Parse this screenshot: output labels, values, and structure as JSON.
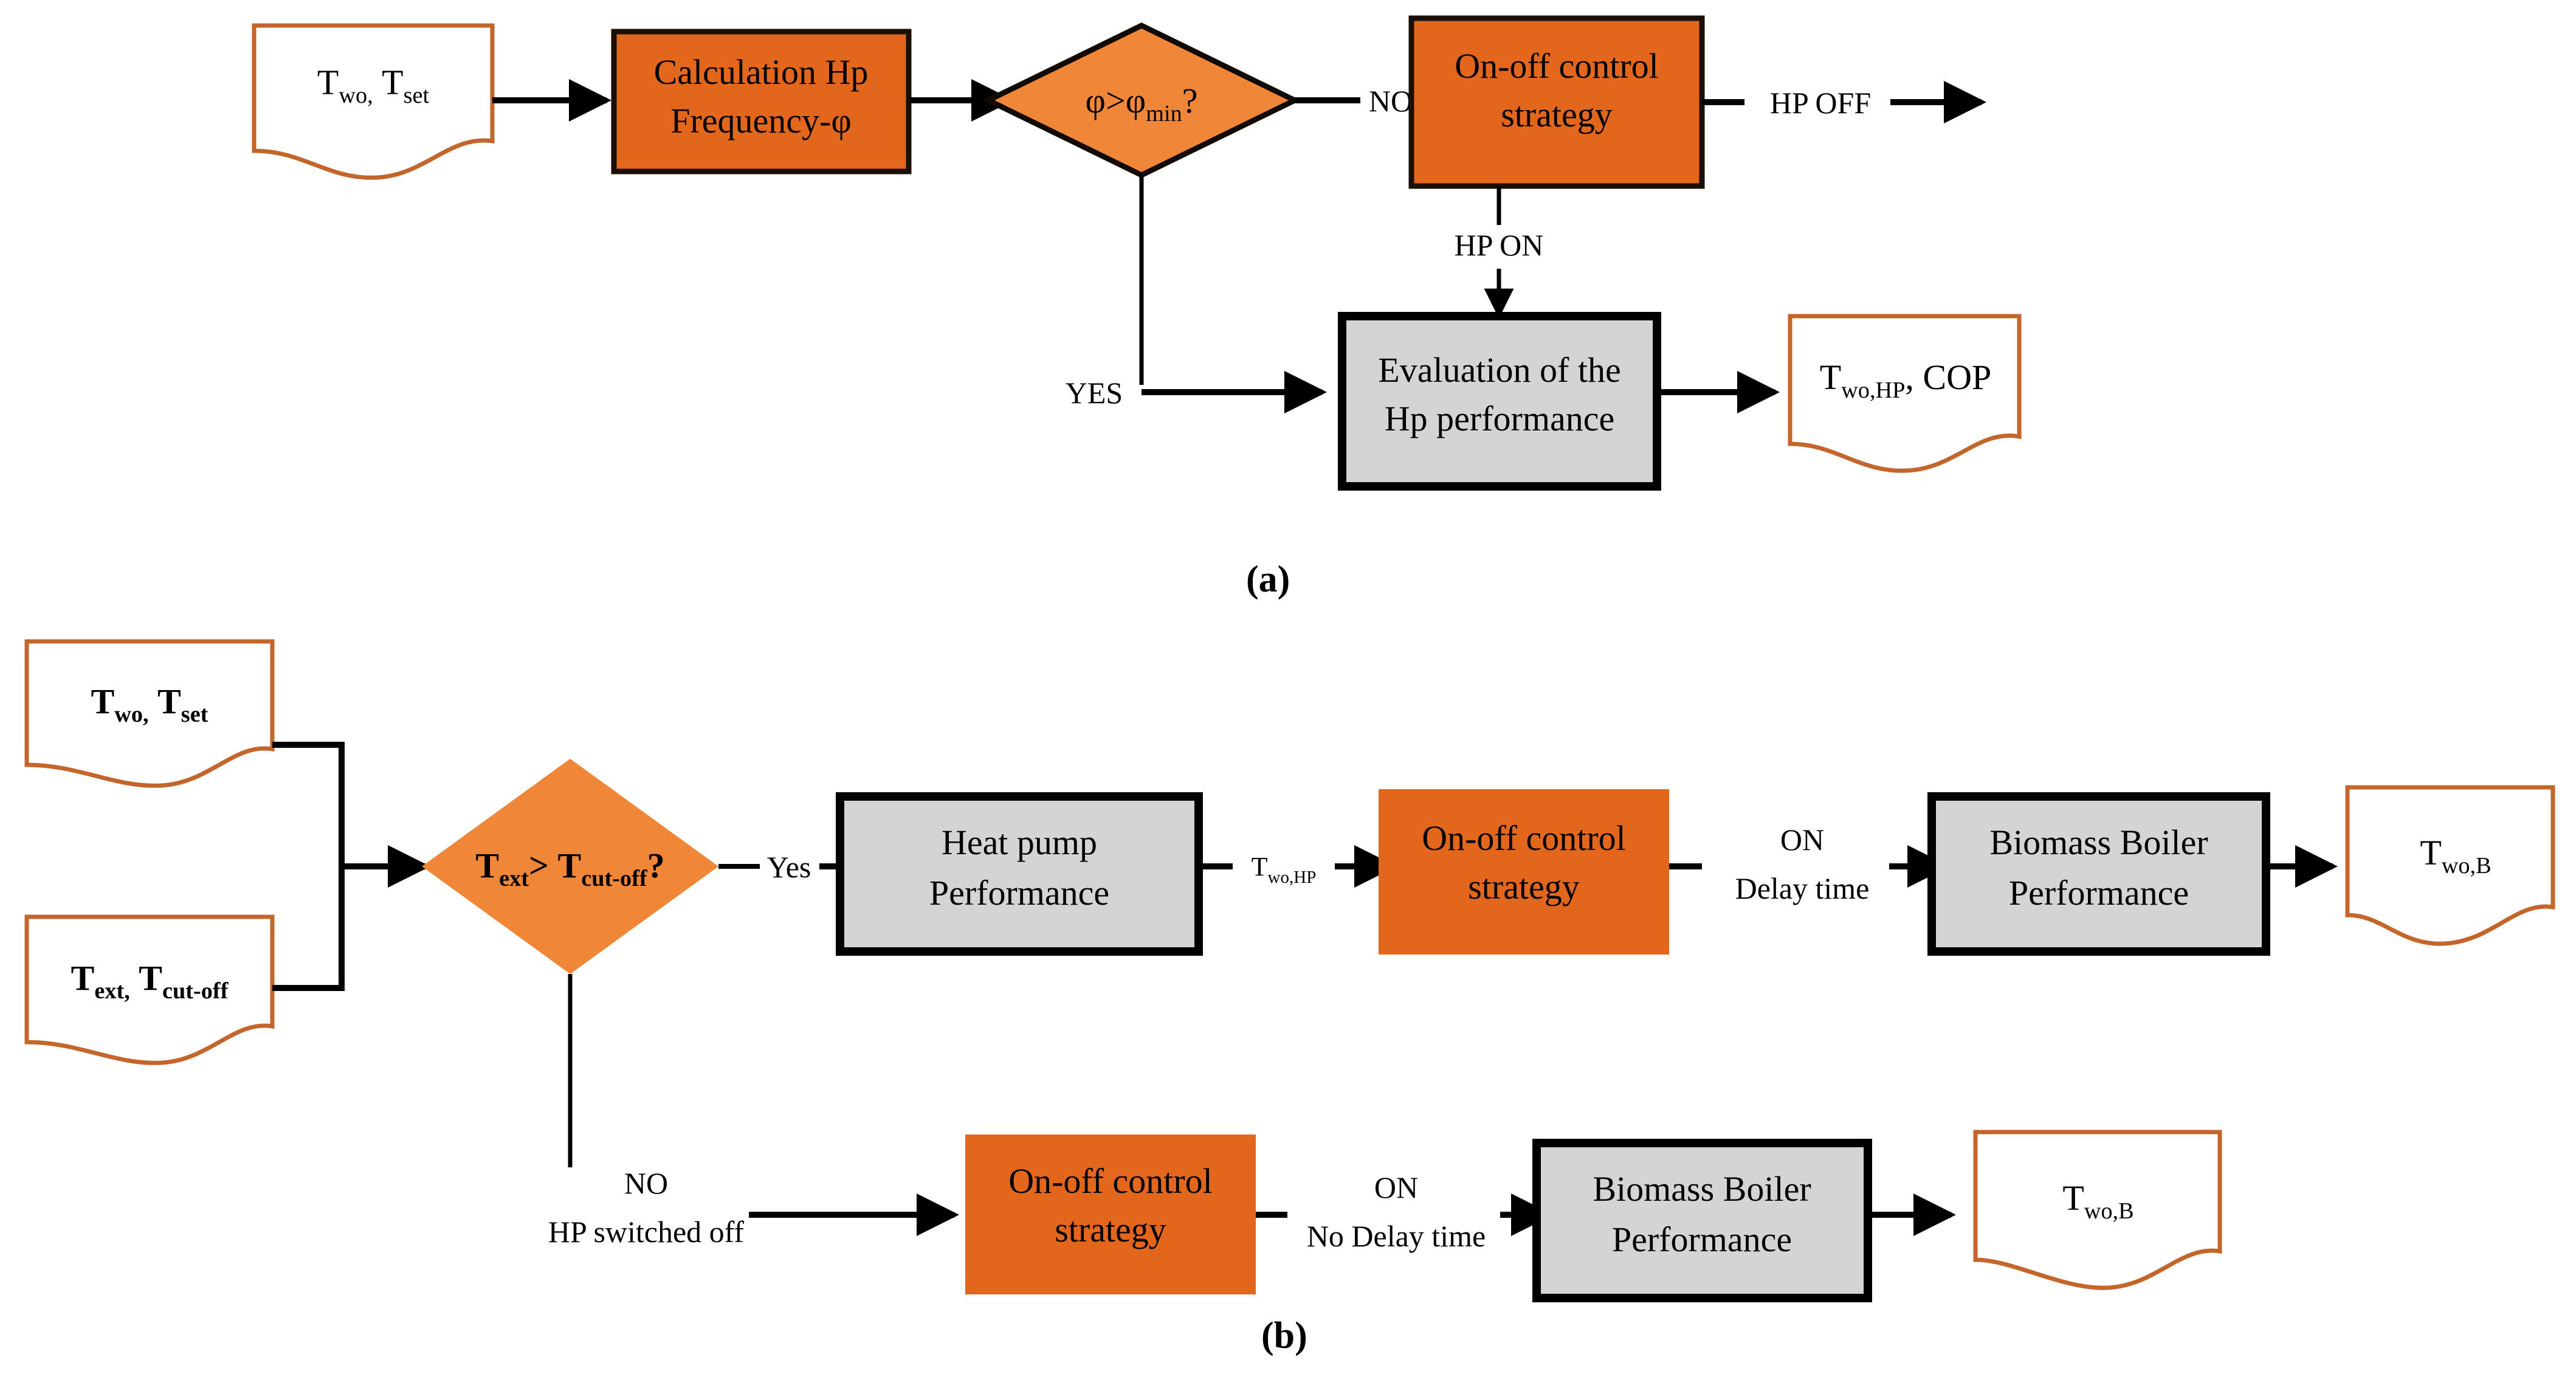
{
  "figure": {
    "caption_a": "(a)",
    "caption_b": "(b)",
    "colors": {
      "orange_fill": "#E2661C",
      "orange_diamond_fill": "#F08637",
      "gray_fill": "#D4D4D4",
      "doc_border": "#C4662B",
      "line": "#000000"
    }
  },
  "panel_a": {
    "nodes": {
      "input_doc": {
        "text": "Two, Tset",
        "base": "T",
        "sub1": "wo,",
        "base2": "T",
        "sub2": "set",
        "shape": "document"
      },
      "calc_box": {
        "line1": "Calculation Hp",
        "line2": "Frequency-φ",
        "shape": "process-orange"
      },
      "decision": {
        "text": "φ>φmin?",
        "base": "φ>φ",
        "sub": "min",
        "tail": "?",
        "shape": "decision-orange"
      },
      "onoff_box": {
        "line1": "On-off control",
        "line2": "strategy",
        "shape": "process-orange"
      },
      "eval_box": {
        "line1": "Evaluation of the",
        "line2": "Hp performance",
        "shape": "process-gray"
      },
      "output_doc": {
        "text": "Two,HP, COP",
        "base": "T",
        "sub": "wo,HP",
        "tail": ", COP",
        "shape": "document"
      }
    },
    "edges": {
      "no_label": "NO",
      "yes_label": "YES",
      "hp_off_label": "HP OFF",
      "hp_on_label": "HP ON"
    }
  },
  "panel_b": {
    "nodes": {
      "input_doc_1": {
        "base": "T",
        "sub1": "wo,",
        "base2": "T",
        "sub2": "set",
        "shape": "document",
        "bold": true
      },
      "input_doc_2": {
        "base": "T",
        "sub1": "ext,",
        "base2": "T",
        "sub2": "cut-off",
        "shape": "document",
        "bold": true
      },
      "decision": {
        "base": "T",
        "sub1": "ext",
        "mid": "> ",
        "base2": "T",
        "sub2": "cut-off",
        "tail": "?",
        "shape": "decision-orange",
        "bold": true
      },
      "heatpump_box": {
        "line1": "Heat pump",
        "line2": "Performance",
        "shape": "process-gray"
      },
      "onoff_box_top": {
        "line1": "On-off control",
        "line2": "strategy",
        "shape": "process-orange"
      },
      "boiler_box_top": {
        "line1": "Biomass Boiler",
        "line2": "Performance",
        "shape": "process-gray"
      },
      "output_doc_top": {
        "base": "T",
        "sub": "wo,B",
        "shape": "document"
      },
      "onoff_box_bottom": {
        "line1": "On-off control",
        "line2": "strategy",
        "shape": "process-orange"
      },
      "boiler_box_bottom": {
        "line1": "Biomass Boiler",
        "line2": "Performance",
        "shape": "process-gray"
      },
      "output_doc_bottom": {
        "base": "T",
        "sub": "wo,B",
        "shape": "document"
      }
    },
    "edges": {
      "yes_label": "Yes",
      "two_hp_label_base": "T",
      "two_hp_label_sub": "wo,HP",
      "on_label_top": "ON",
      "delay_label_top": "Delay time",
      "no_label": "NO",
      "hp_off_label": "HP switched off",
      "on_label_bottom": "ON",
      "delay_label_bottom": "No Delay time"
    }
  }
}
